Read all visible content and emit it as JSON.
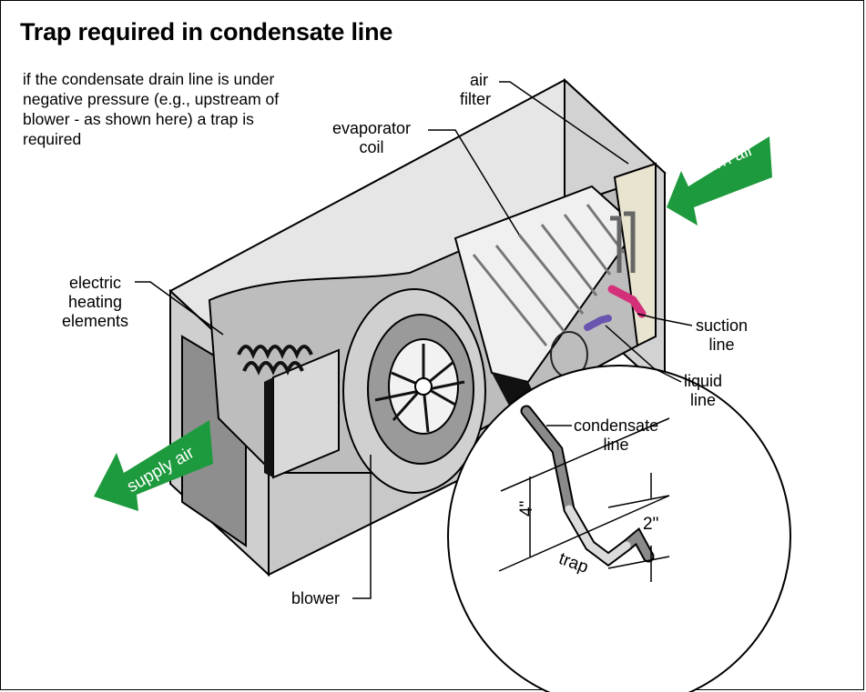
{
  "title": "Trap required in condensate line",
  "note": "if the condensate drain line is under negative pressure (e.g., upstream of blower - as shown here) a trap is required",
  "labels": {
    "air_filter": [
      "air",
      "filter"
    ],
    "evaporator_coil": [
      "evaporator",
      "coil"
    ],
    "return_air": "return air",
    "electric_heating": [
      "electric",
      "heating",
      "elements"
    ],
    "suction_line": [
      "suction",
      "line"
    ],
    "liquid_line": [
      "liquid",
      "line"
    ],
    "condensate_line": [
      "condensate",
      "line"
    ],
    "supply_air": "supply air",
    "blower": "blower",
    "dim_4in": "4\"",
    "dim_2in": "2\"",
    "trap": "trap"
  },
  "colors": {
    "arrow_green": "#1e9a3e",
    "suction_pink": "#d4307a",
    "liquid_purple": "#6a55b0",
    "housing_light": "#e2e2e2",
    "housing_mid": "#bdbdbd",
    "housing_dark": "#8e8e8e"
  }
}
